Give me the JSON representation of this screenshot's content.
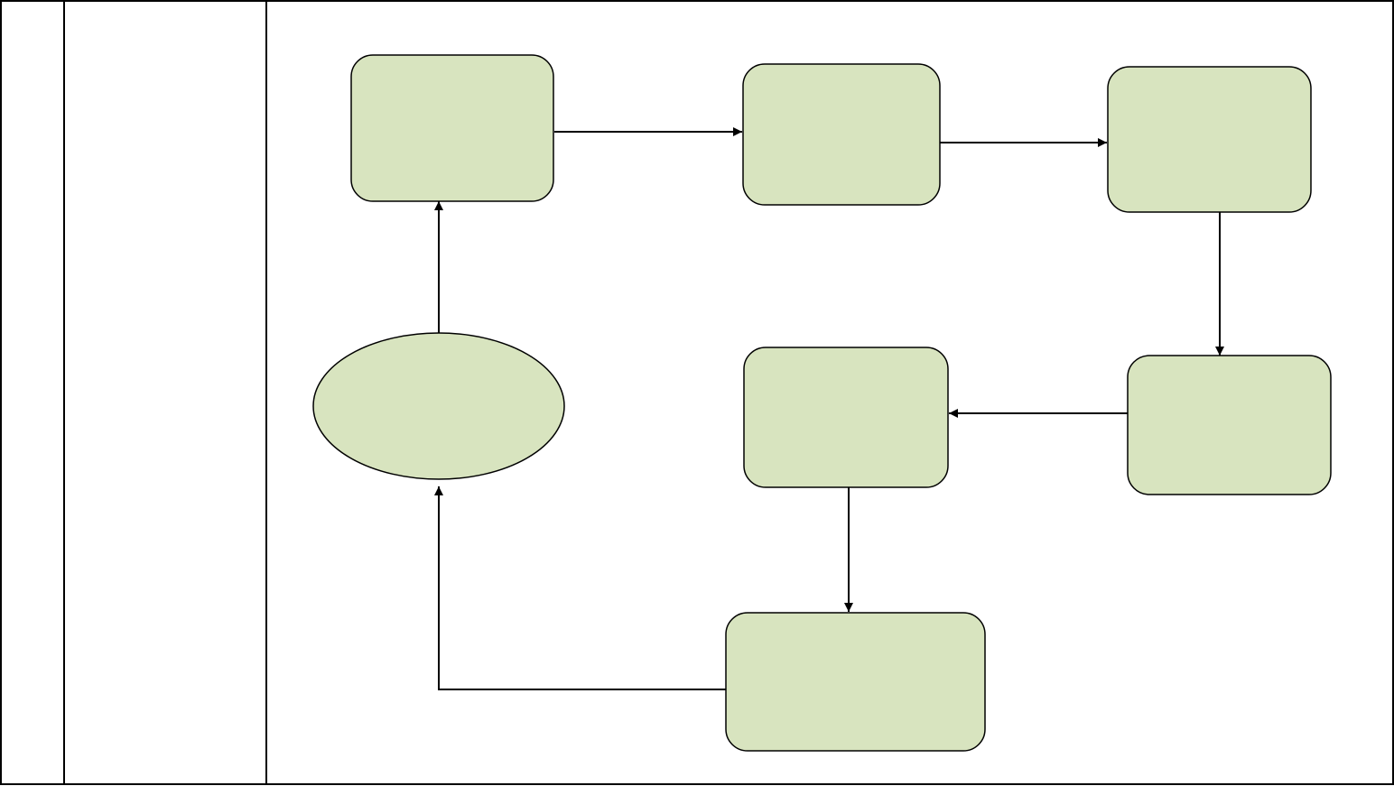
{
  "colors": {
    "node_fill": "#d8e4bf",
    "node_stroke": "#000000",
    "edge_stroke": "#000000",
    "table_border": "#000000",
    "background": "#ffffff"
  },
  "diagram": {
    "nodes": [
      {
        "id": "box-1",
        "shape": "rounded-rect",
        "label": ""
      },
      {
        "id": "box-2",
        "shape": "rounded-rect",
        "label": ""
      },
      {
        "id": "box-3",
        "shape": "rounded-rect",
        "label": ""
      },
      {
        "id": "box-4",
        "shape": "rounded-rect",
        "label": ""
      },
      {
        "id": "box-5",
        "shape": "rounded-rect",
        "label": ""
      },
      {
        "id": "box-6",
        "shape": "rounded-rect",
        "label": ""
      },
      {
        "id": "ellipse-1",
        "shape": "ellipse",
        "label": ""
      }
    ],
    "edges": [
      {
        "from": "box-1",
        "to": "box-2"
      },
      {
        "from": "box-2",
        "to": "box-3"
      },
      {
        "from": "box-3",
        "to": "box-4"
      },
      {
        "from": "box-4",
        "to": "box-5"
      },
      {
        "from": "box-5",
        "to": "box-6"
      },
      {
        "from": "box-6",
        "to": "ellipse-1"
      },
      {
        "from": "ellipse-1",
        "to": "box-1"
      }
    ]
  }
}
